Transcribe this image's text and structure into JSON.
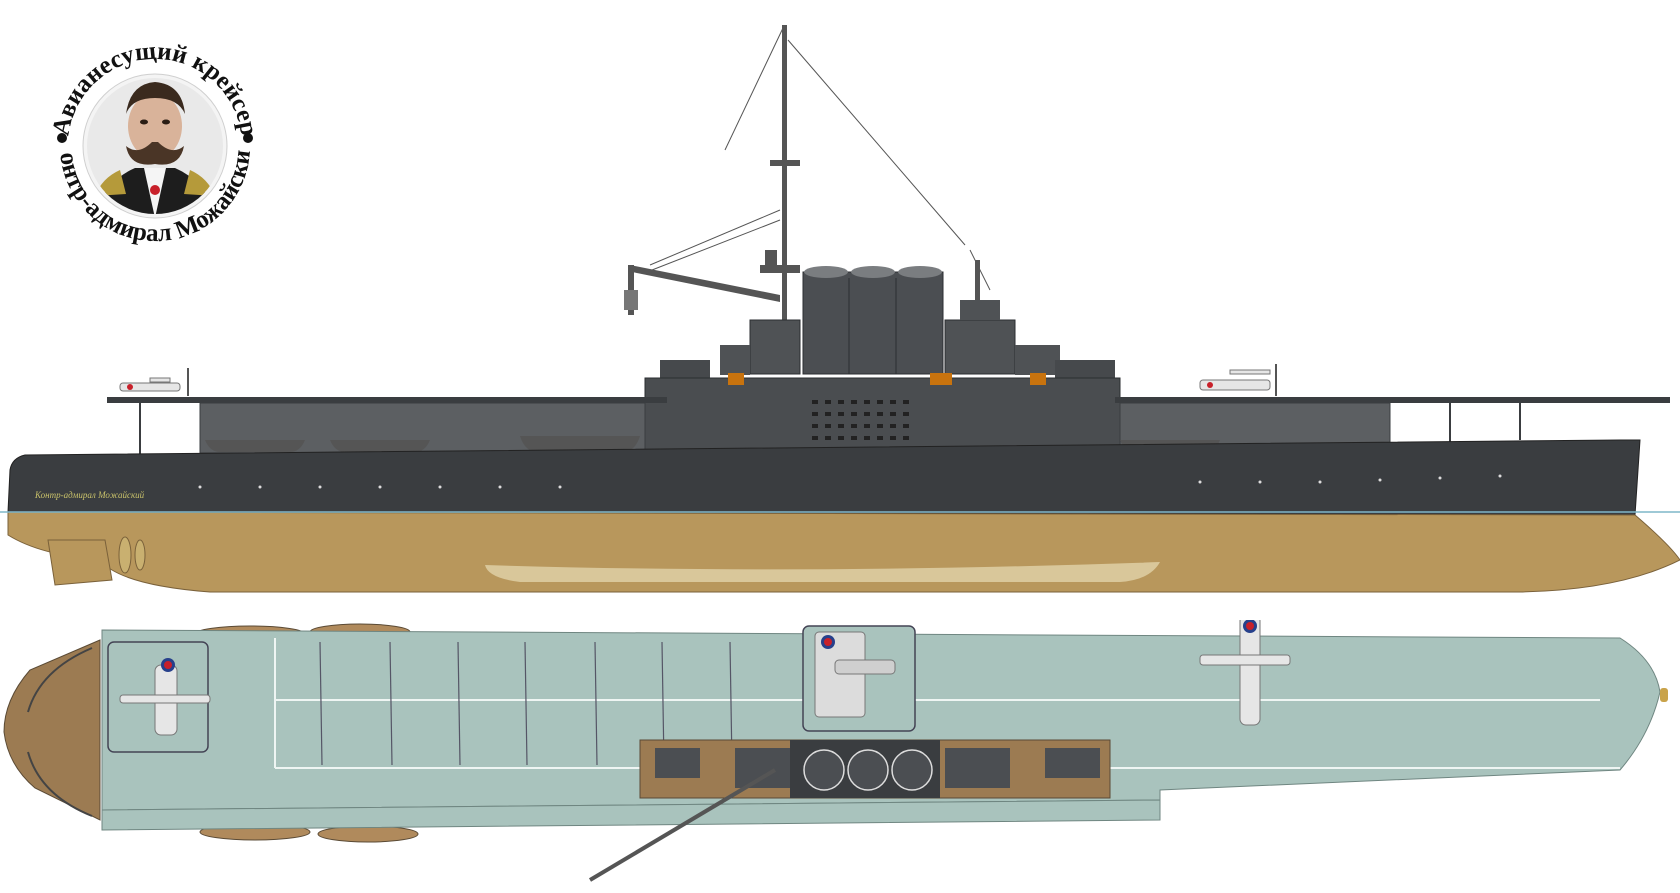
{
  "emblem": {
    "title_top": "Авианесущий крейсер",
    "title_bottom": "Контр-адмирал Можайский"
  },
  "hull_name": "Контр-адмирал Можайский",
  "palette": {
    "hull_dark": "#3a3d40",
    "superstructure": "#4a4d50",
    "waterline": "#b8975c",
    "flight_deck": "#a9c3bd",
    "wood_deck": "#9c7b52",
    "funnel": "#4b4e52",
    "roundel_red": "#c8202a",
    "roundel_blue": "#27408b"
  }
}
